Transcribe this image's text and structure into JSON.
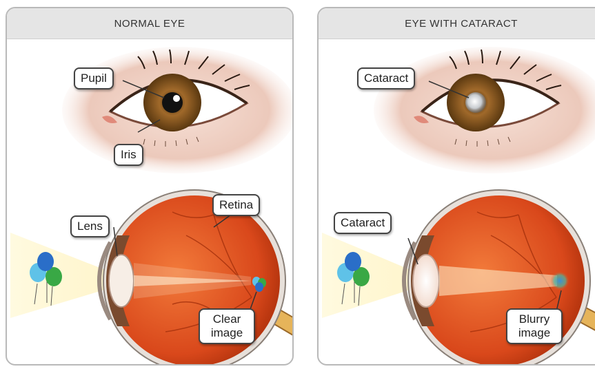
{
  "panels": {
    "normal": {
      "title": "NORMAL EYE",
      "labels": {
        "pupil": "Pupil",
        "iris": "Iris",
        "lens": "Lens",
        "retina": "Retina",
        "image": "Clear image"
      }
    },
    "cataract": {
      "title": "EYE WITH CATARACT",
      "labels": {
        "front_cataract": "Cataract",
        "lens_cataract": "Cataract",
        "image": "Blurry image"
      }
    }
  },
  "colors": {
    "panel_border": "#b9b9b9",
    "header_bg": "#e5e5e5",
    "iris": "#8a5a1c",
    "eyeball": "#e0501e",
    "skin": "#efcdc0",
    "light_beam": "#fff5c8"
  }
}
